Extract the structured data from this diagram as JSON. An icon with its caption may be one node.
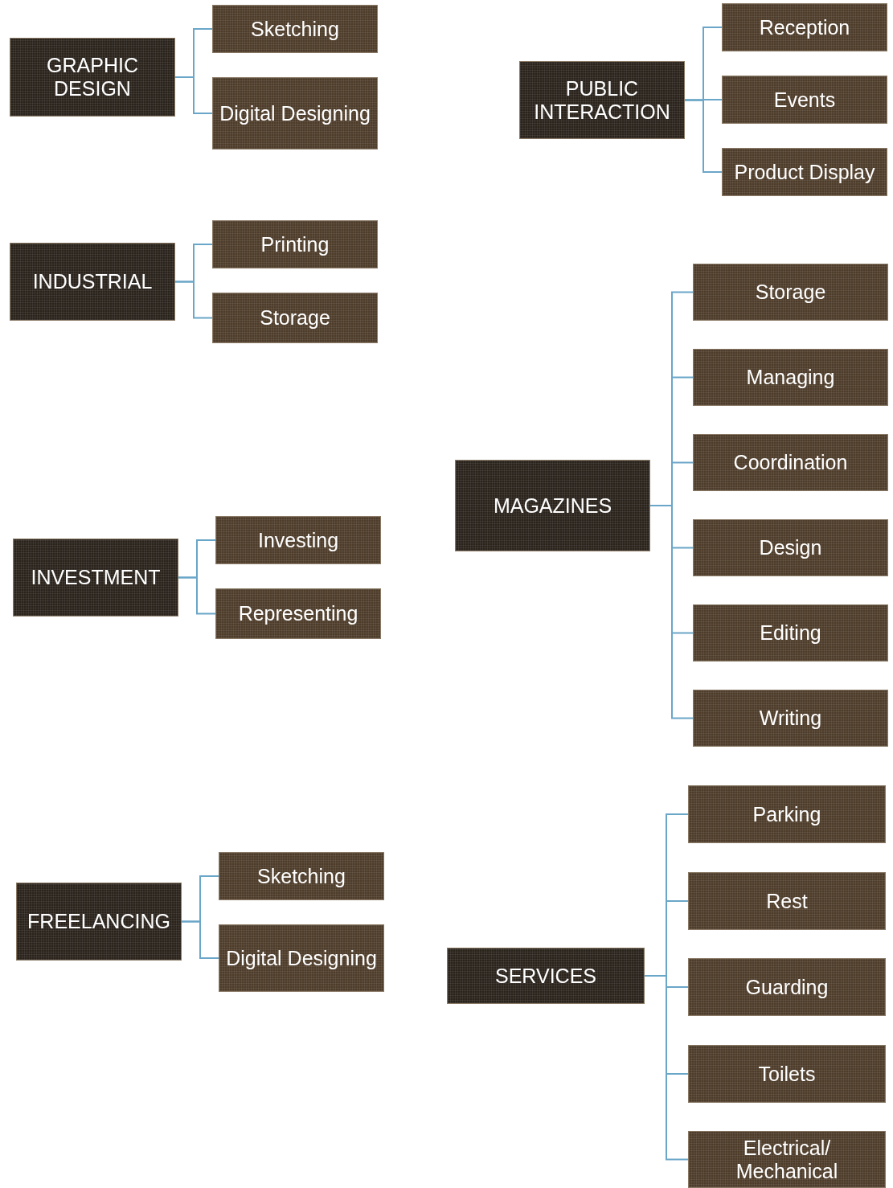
{
  "diagram": {
    "nodes": [
      {
        "text": [
          "GRAPHIC DESIGN"
        ]
      },
      {
        "text": [
          "Sketching"
        ]
      },
      {
        "text": [
          "Digital Designing"
        ]
      },
      {
        "text": [
          "PUBLIC INTERACTION"
        ]
      },
      {
        "text": [
          "Reception"
        ]
      },
      {
        "text": [
          "Events"
        ]
      },
      {
        "text": [
          "Product Display"
        ]
      },
      {
        "text": [
          "INDUSTRIAL"
        ]
      },
      {
        "text": [
          "Printing"
        ]
      },
      {
        "text": [
          "Storage"
        ]
      },
      {
        "text": [
          "Storage"
        ]
      },
      {
        "text": [
          "Managing"
        ]
      },
      {
        "text": [
          "Coordination"
        ]
      },
      {
        "text": [
          "MAGAZINES"
        ]
      },
      {
        "text": [
          "Design"
        ]
      },
      {
        "text": [
          "Editing"
        ]
      },
      {
        "text": [
          "Writing"
        ]
      },
      {
        "text": [
          "INVESTMENT"
        ]
      },
      {
        "text": [
          "Investing"
        ]
      },
      {
        "text": [
          "Representing"
        ]
      },
      {
        "text": [
          "Parking"
        ]
      },
      {
        "text": [
          "Rest"
        ]
      },
      {
        "text": [
          "FREELANCING"
        ]
      },
      {
        "text": [
          "Sketching"
        ]
      },
      {
        "text": [
          "Digital Designing"
        ]
      },
      {
        "text": [
          "SERVICES"
        ]
      },
      {
        "text": [
          "Guarding"
        ]
      },
      {
        "text": [
          "Toilets"
        ]
      },
      {
        "text": [
          "Electrical/ Mechanical"
        ]
      }
    ],
    "edges": [
      {
        "from": 0,
        "to": 1,
        "arrow": "none"
      },
      {
        "from": 0,
        "to": 2,
        "arrow": "none"
      },
      {
        "from": 3,
        "to": 4,
        "arrow": "none"
      },
      {
        "from": 3,
        "to": 5,
        "arrow": "none"
      },
      {
        "from": 3,
        "to": 6,
        "arrow": "none"
      },
      {
        "from": 7,
        "to": 8,
        "arrow": "none"
      },
      {
        "from": 7,
        "to": 9,
        "arrow": "none"
      },
      {
        "from": 13,
        "to": 10,
        "arrow": "none"
      },
      {
        "from": 13,
        "to": 11,
        "arrow": "none"
      },
      {
        "from": 13,
        "to": 12,
        "arrow": "none"
      },
      {
        "from": 13,
        "to": 14,
        "arrow": "none"
      },
      {
        "from": 13,
        "to": 15,
        "arrow": "none"
      },
      {
        "from": 13,
        "to": 16,
        "arrow": "none"
      },
      {
        "from": 17,
        "to": 18,
        "arrow": "none"
      },
      {
        "from": 17,
        "to": 19,
        "arrow": "none"
      },
      {
        "from": 22,
        "to": 23,
        "arrow": "none"
      },
      {
        "from": 22,
        "to": 24,
        "arrow": "none"
      },
      {
        "from": 25,
        "to": 20,
        "arrow": "none"
      },
      {
        "from": 25,
        "to": 21,
        "arrow": "none"
      },
      {
        "from": 25,
        "to": 26,
        "arrow": "none"
      },
      {
        "from": 25,
        "to": 27,
        "arrow": "none"
      },
      {
        "from": 25,
        "to": 28,
        "arrow": "none"
      }
    ]
  }
}
